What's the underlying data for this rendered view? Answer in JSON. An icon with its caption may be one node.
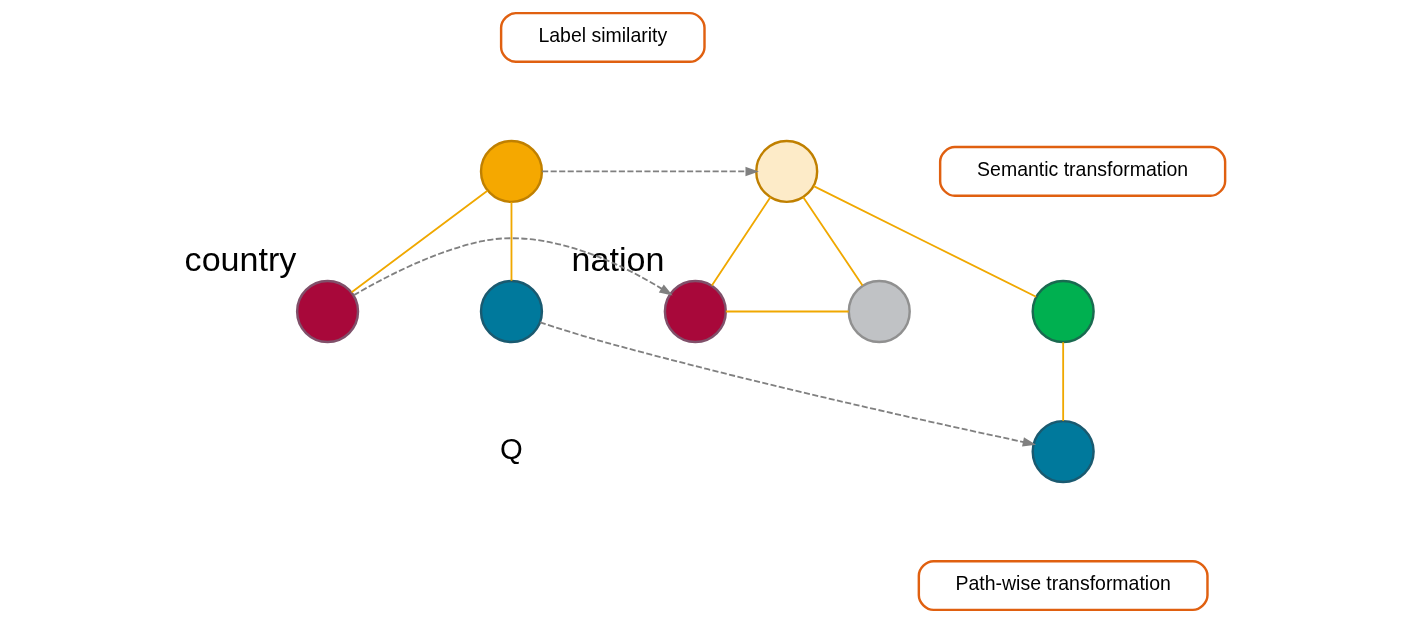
{
  "diagram": {
    "nodes": [
      {
        "text": [
          "Label similarity"
        ]
      },
      {
        "text": [],
        "shape": "circle"
      },
      {
        "text": [],
        "shape": "circle"
      },
      {
        "text": [
          "Semantic transformation"
        ]
      },
      {
        "text": [],
        "shape": "circle",
        "beside": [
          "country"
        ]
      },
      {
        "text": [],
        "shape": "circle"
      },
      {
        "text": [],
        "shape": "circle",
        "beside": [
          "nation"
        ]
      },
      {
        "text": [],
        "shape": "circle"
      },
      {
        "text": [],
        "shape": "circle"
      },
      {
        "text": [],
        "shape": "circle"
      },
      {
        "text": [
          "Path-wise transformation"
        ]
      }
    ],
    "edges": [
      {
        "from": 1,
        "to": 4,
        "arrow": "none"
      },
      {
        "from": 1,
        "to": 5,
        "arrow": "none"
      },
      {
        "from": 2,
        "to": 6,
        "arrow": "none"
      },
      {
        "from": 2,
        "to": 7,
        "arrow": "none"
      },
      {
        "from": 2,
        "to": 8,
        "arrow": "none"
      },
      {
        "from": 6,
        "to": 7,
        "arrow": "none"
      },
      {
        "from": 8,
        "to": 9,
        "arrow": "none"
      },
      {
        "from": 1,
        "to": 2,
        "arrow": "to",
        "style": "dashed",
        "color": "#808080"
      },
      {
        "from": 4,
        "to": 6,
        "arrow": "to",
        "style": "dashed",
        "color": "#808080"
      },
      {
        "from": 5,
        "to": 9,
        "arrow": "to",
        "style": "dashed",
        "color": "#808080"
      }
    ],
    "labels": [
      "Q"
    ]
  }
}
